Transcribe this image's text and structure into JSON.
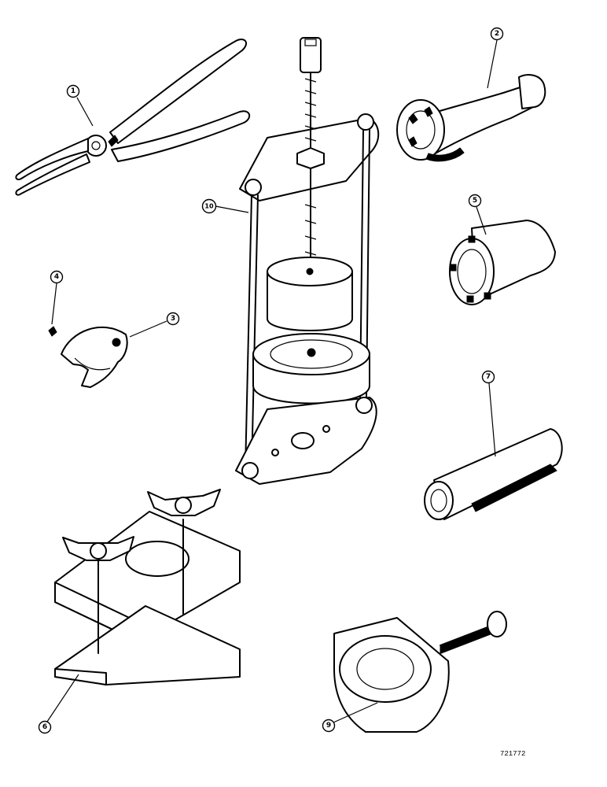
{
  "callouts": {
    "c1": "1",
    "c2": "2",
    "c3": "3",
    "c4": "4",
    "c5": "5",
    "c6": "6",
    "c7": "7",
    "c9": "9",
    "c10": "10"
  },
  "drawing_code": "721772"
}
